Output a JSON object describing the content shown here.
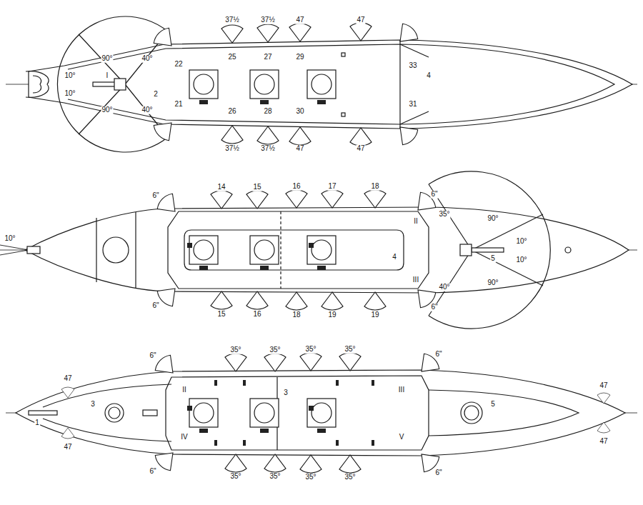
{
  "diagram": {
    "labels": [
      "I",
      "10°",
      "10°",
      "90°",
      "90°",
      "40°",
      "40°",
      "2",
      "4",
      "22",
      "21",
      "33",
      "31",
      "37½",
      "37½",
      "47",
      "47",
      "37½",
      "37½",
      "47",
      "47",
      "25",
      "27",
      "29",
      "26",
      "28",
      "30",
      "6\"",
      "6\"",
      "6\"",
      "6\"",
      "5",
      "10°",
      "10°",
      "90°",
      "90°",
      "35°",
      "40°",
      "4",
      "II",
      "III",
      "14",
      "15",
      "16",
      "17",
      "18",
      "15",
      "16",
      "18",
      "19",
      "19",
      "10°",
      "6\"",
      "6\"",
      "6\"",
      "6\"",
      "1",
      "3",
      "5",
      "3",
      "II",
      "III",
      "IV",
      "V",
      "35°",
      "35°",
      "35°",
      "35°",
      "35°",
      "35°",
      "35°",
      "35°",
      "47",
      "47",
      "47",
      "47"
    ]
  }
}
